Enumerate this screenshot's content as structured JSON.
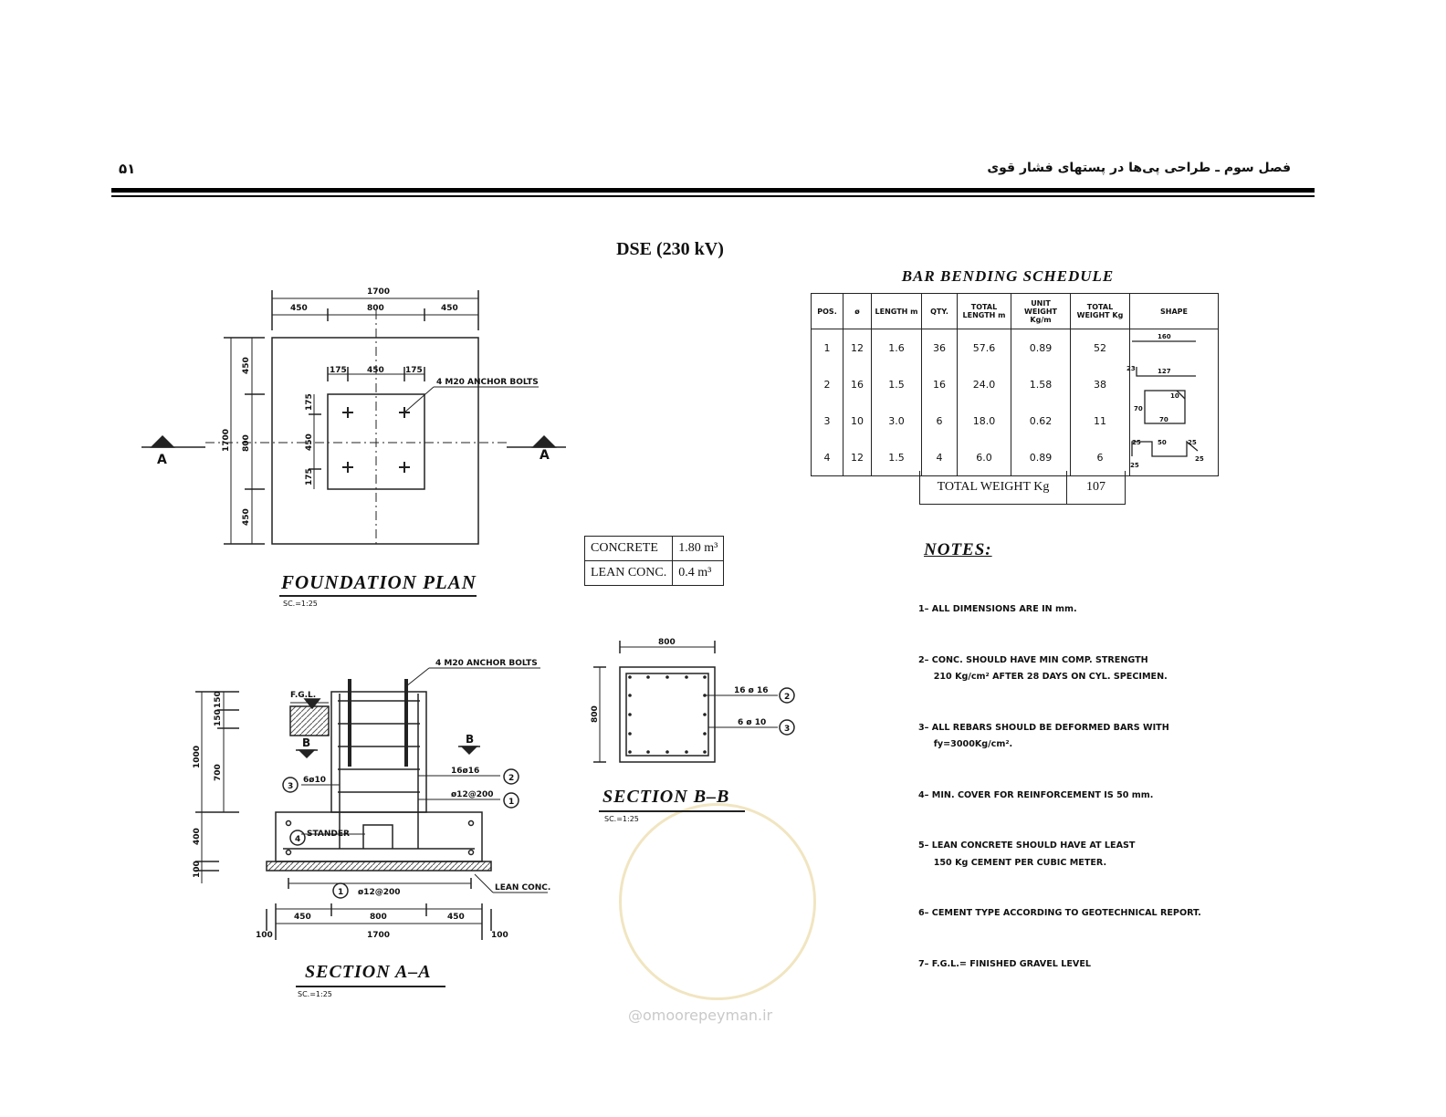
{
  "header": {
    "page_number": "۵۱",
    "chapter_title": "فصل سوم ـ طراحی پی‌ها در پستهای فشار قوی"
  },
  "doc_title": "DSE (230 kV)",
  "foundation_plan": {
    "caption": "FOUNDATION PLAN",
    "scale": "SC.=1:25",
    "dims_top": [
      "1700",
      "450",
      "800",
      "450"
    ],
    "dims_inner_top": [
      "175",
      "450",
      "175"
    ],
    "dims_left": [
      "1700",
      "450",
      "800",
      "450"
    ],
    "dims_inner_left": [
      "175",
      "450",
      "175"
    ],
    "anchor_label": "4 M20 ANCHOR BOLTS",
    "section_mark": "A"
  },
  "bbs": {
    "title": "BAR BENDING SCHEDULE",
    "headers": [
      "POS.",
      "ø",
      "LENGTH m",
      "QTY.",
      "TOTAL LENGTH m",
      "UNIT WEIGHT Kg/m",
      "TOTAL WEIGHT Kg",
      "SHAPE"
    ],
    "rows": [
      {
        "pos": "1",
        "dia": "12",
        "length": "1.6",
        "qty": "36",
        "total_length": "57.6",
        "unit_weight": "0.89",
        "total_weight": "52"
      },
      {
        "pos": "2",
        "dia": "16",
        "length": "1.5",
        "qty": "16",
        "total_length": "24.0",
        "unit_weight": "1.58",
        "total_weight": "38"
      },
      {
        "pos": "3",
        "dia": "10",
        "length": "3.0",
        "qty": "6",
        "total_length": "18.0",
        "unit_weight": "0.62",
        "total_weight": "11"
      },
      {
        "pos": "4",
        "dia": "12",
        "length": "1.5",
        "qty": "4",
        "total_length": "6.0",
        "unit_weight": "0.89",
        "total_weight": "6"
      }
    ],
    "shape_labels": {
      "s1": "160",
      "s2a": "23",
      "s2b": "127",
      "s3a": "10",
      "s3b": "70",
      "s3c": "70",
      "s4a": "25",
      "s4b": "50",
      "s4c": "25",
      "s4d": "25",
      "s4e": "25"
    },
    "total_label": "TOTAL WEIGHT Kg",
    "total_value": "107"
  },
  "quantities": {
    "concrete_label": "CONCRETE",
    "concrete_value": "1.80 m³",
    "lean_label": "LEAN CONC.",
    "lean_value": "0.4 m³"
  },
  "notes": {
    "title": "NOTES:",
    "items": [
      "1– ALL DIMENSIONS ARE IN mm.",
      "2– CONC. SHOULD HAVE MIN COMP. STRENGTH\n     210 Kg/cm² AFTER 28 DAYS ON CYL. SPECIMEN.",
      "3– ALL REBARS SHOULD BE DEFORMED BARS WITH\n     fy=3000Kg/cm².",
      "4– MIN. COVER FOR REINFORCEMENT IS 50 mm.",
      "5– LEAN CONCRETE SHOULD HAVE AT LEAST\n     150 Kg CEMENT PER CUBIC METER.",
      "6– CEMENT TYPE ACCORDING TO GEOTECHNICAL REPORT.",
      "7– F.G.L.= FINISHED GRAVEL LEVEL"
    ]
  },
  "section_aa": {
    "caption": "SECTION A–A",
    "scale": "SC.=1:25",
    "anchor_label": "4 M20 ANCHOR BOLTS",
    "fgl": "F.G.L.",
    "b_mark": "B",
    "bar2": "16ø16",
    "bar1": "ø12@200",
    "bar3": "6ø10",
    "bar4": "STANDER",
    "bottom_bar": "ø12@200",
    "lean": "LEAN CONC.",
    "dims_left": [
      "1000",
      "150",
      "150",
      "700",
      "400",
      "100"
    ],
    "dims_bottom": [
      "450",
      "800",
      "450",
      "1700",
      "100",
      "100"
    ],
    "circles": [
      "1",
      "2",
      "3",
      "4"
    ]
  },
  "section_bb": {
    "caption": "SECTION B–B",
    "scale": "SC.=1:25",
    "dim_top": "800",
    "dim_left": "800",
    "bar2": "16 ø 16",
    "bar3": "6 ø 10",
    "circles": [
      "2",
      "3"
    ]
  },
  "watermark": {
    "text": "@omoorepeyman.ir"
  }
}
